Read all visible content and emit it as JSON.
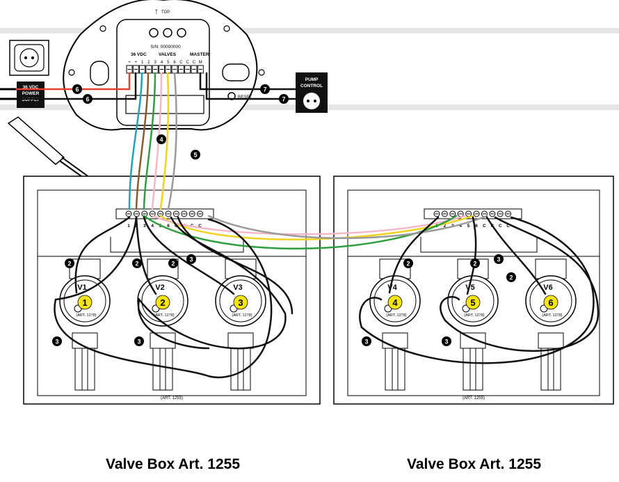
{
  "controller": {
    "top_label": "TOP",
    "serial": "S/N: 00000000",
    "group_labels": [
      "36 VDC",
      "VALVES",
      "MASTER"
    ],
    "terminal_labels": [
      "+",
      "+",
      "1",
      "2",
      "3",
      "4",
      "5",
      "6",
      "C",
      "C",
      "C",
      "M"
    ],
    "reset_label": "RESET"
  },
  "power_supply": {
    "line1": "36 VDC",
    "line2": "POWER",
    "line3": "SUPPLY"
  },
  "pump_control": {
    "line1": "PUMP",
    "line2": "CONTROL"
  },
  "valve_boxes": [
    {
      "art_label": "(ART. 1255)",
      "caption": "Valve Box Art. 1255",
      "terminals": [
        "1",
        "2",
        "3",
        "4",
        "5",
        "6",
        "C",
        "C",
        "C",
        "C"
      ],
      "valves": [
        {
          "name": "V1",
          "number": "1",
          "art": "(ART. 1278)"
        },
        {
          "name": "V2",
          "number": "2",
          "art": "(ART. 1278)"
        },
        {
          "name": "V3",
          "number": "3",
          "art": "(ART. 1278)"
        }
      ]
    },
    {
      "art_label": "(ART. 1255)",
      "caption": "Valve Box Art. 1255",
      "terminals": [
        "1",
        "2",
        "3",
        "4",
        "5",
        "6",
        "C",
        "C",
        "C",
        "C"
      ],
      "valves": [
        {
          "name": "V4",
          "number": "4",
          "art": "(ART. 1278)"
        },
        {
          "name": "V5",
          "number": "5",
          "art": "(ART. 1278)"
        },
        {
          "name": "V6",
          "number": "6",
          "art": "(ART. 1278)"
        }
      ]
    }
  ],
  "wire_colors": {
    "red": "#e8402a",
    "cyan": "#1fa3b5",
    "brown": "#8a5a2b",
    "green": "#2e9e3e",
    "pink": "#f2b8c6",
    "yellow": "#f1d21f",
    "gray": "#9a9a9a",
    "black": "#111111"
  },
  "badge_color": "#f5e313",
  "callouts": [
    "2",
    "3",
    "4",
    "5",
    "6",
    "7"
  ]
}
